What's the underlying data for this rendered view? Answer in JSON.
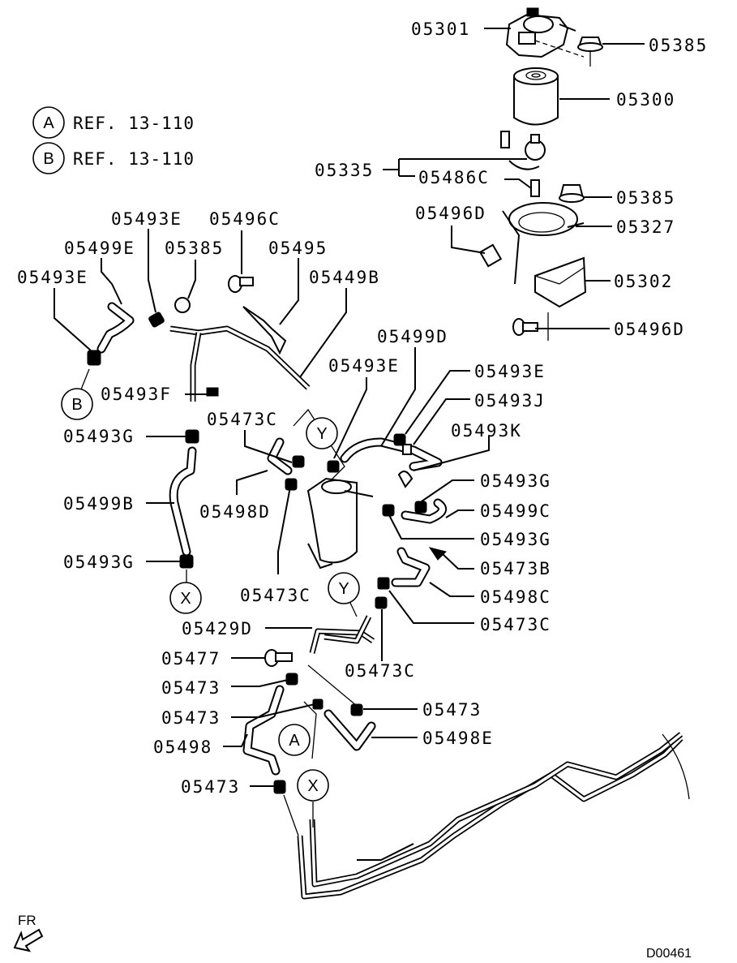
{
  "diagram": {
    "drawing_code": "D00461",
    "direction_marker": "FR",
    "references": [
      {
        "marker": "A",
        "text": "REF. 13-110"
      },
      {
        "marker": "B",
        "text": "REF. 13-110"
      }
    ],
    "connection_markers": [
      "X",
      "Y"
    ],
    "labels": {
      "p05301": "05301",
      "p05385a": "05385",
      "p05300": "05300",
      "p05335": "05335",
      "p05486C": "05486C",
      "p05385b": "05385",
      "p05496Da": "05496D",
      "p05327": "05327",
      "p05302": "05302",
      "p05496Db": "05496D",
      "p05493Ea": "05493E",
      "p05496C": "05496C",
      "p05499E": "05499E",
      "p05385c": "05385",
      "p05495": "05495",
      "p05493Eb": "05493E",
      "p05449B": "05449B",
      "p05499D": "05499D",
      "p05493Ec": "05493E",
      "p05493F": "05493F",
      "p05493Ed": "05493E",
      "p05493J": "05493J",
      "p05473Ca": "05473C",
      "p05493K": "05493K",
      "p05493Ga": "05493G",
      "p05493Gb": "05493G",
      "p05499C": "05499C",
      "p05499B": "05499B",
      "p05498D": "05498D",
      "p05493Gc": "05493G",
      "p05473B": "05473B",
      "p05493Gd": "05493G",
      "p05498C": "05498C",
      "p05473Cb": "05473C",
      "p05473Cc": "05473C",
      "p05429D": "05429D",
      "p05477": "05477",
      "p05473Cd": "05473C",
      "p05473a": "05473",
      "p05473b": "05473",
      "p05473c": "05473",
      "p05498": "05498",
      "p05498E": "05498E",
      "p05473d": "05473"
    }
  }
}
